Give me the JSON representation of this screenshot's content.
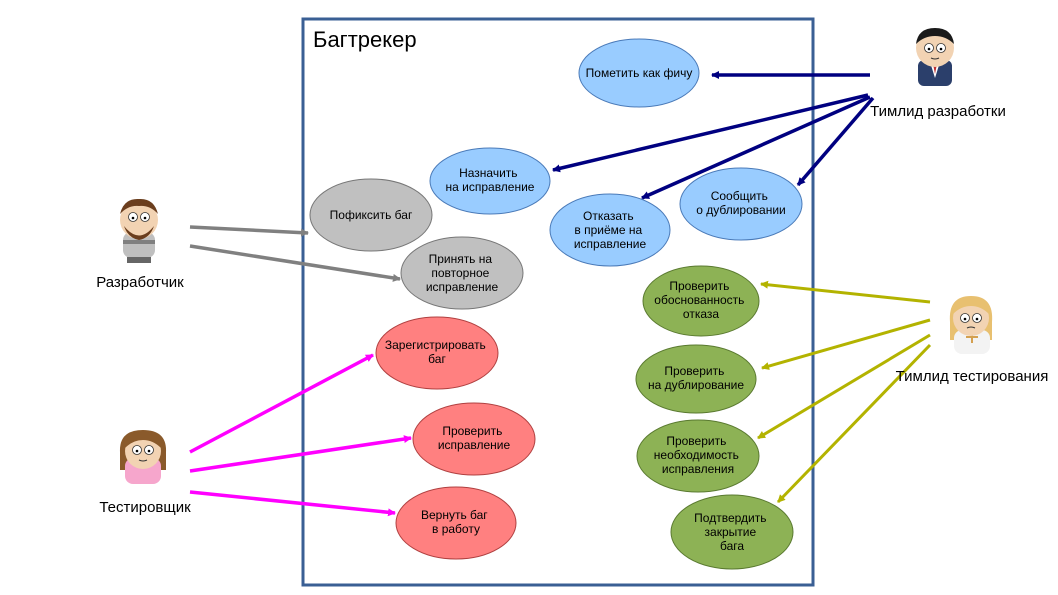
{
  "system": {
    "title": "Багтрекер"
  },
  "actors": {
    "developer": "Разработчик",
    "tester": "Тестировщик",
    "dev_lead": "Тимлид разработки",
    "test_lead": "Тимлид тестирования"
  },
  "use_cases": {
    "mark_feature": [
      "Пометить как фичу"
    ],
    "assign_fix": [
      "Назначить",
      "на исправление"
    ],
    "fix_bug": [
      "Пофиксить баг"
    ],
    "accept_retest": [
      "Принять на",
      "повторное",
      "исправление"
    ],
    "reject_fix": [
      "Отказать",
      "в приёме на",
      "исправление"
    ],
    "report_duplicate": [
      "Сообщить",
      "о дублировании"
    ],
    "register_bug": [
      "Зарегистрировать",
      "баг"
    ],
    "check_fix": [
      "Проверить",
      "исправление"
    ],
    "return_bug": [
      "Вернуть баг",
      "в работу"
    ],
    "check_reject": [
      "Проверить",
      "обоснованность",
      "отказа"
    ],
    "check_duplicate": [
      "Проверить",
      "на дублирование"
    ],
    "check_need": [
      "Проверить",
      "необходимость",
      "исправления"
    ],
    "confirm_close": [
      "Подтвердить",
      "закрытие",
      "бага"
    ]
  },
  "colors": {
    "blue_fill": "#99ccff",
    "gray_fill": "#c0c0c0",
    "red_fill": "#ff8080",
    "green_fill": "#8db255",
    "dev_lead_arrow": "#000080",
    "developer_arrow": "#808080",
    "tester_arrow": "#ff00ff",
    "test_lead_arrow": "#b3b300",
    "system_border": "#3a5f94"
  }
}
